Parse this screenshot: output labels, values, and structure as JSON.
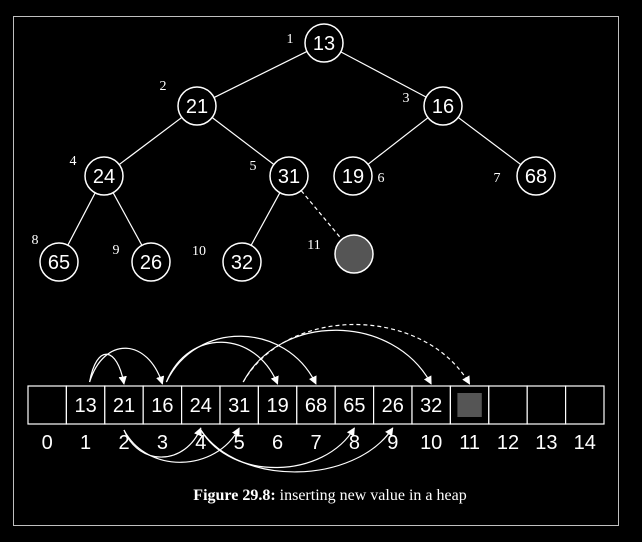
{
  "tree": {
    "nodes": [
      {
        "index": "1",
        "value": "13",
        "empty": false
      },
      {
        "index": "2",
        "value": "21",
        "empty": false
      },
      {
        "index": "3",
        "value": "16",
        "empty": false
      },
      {
        "index": "4",
        "value": "24",
        "empty": false
      },
      {
        "index": "5",
        "value": "31",
        "empty": false
      },
      {
        "index": "6",
        "value": "19",
        "empty": false
      },
      {
        "index": "7",
        "value": "68",
        "empty": false
      },
      {
        "index": "8",
        "value": "65",
        "empty": false
      },
      {
        "index": "9",
        "value": "26",
        "empty": false
      },
      {
        "index": "10",
        "value": "32",
        "empty": false
      },
      {
        "index": "11",
        "value": "",
        "empty": true
      }
    ],
    "edges": [
      {
        "from": "1",
        "to": "2",
        "dashed": false
      },
      {
        "from": "1",
        "to": "3",
        "dashed": false
      },
      {
        "from": "2",
        "to": "4",
        "dashed": false
      },
      {
        "from": "2",
        "to": "5",
        "dashed": false
      },
      {
        "from": "3",
        "to": "6",
        "dashed": false
      },
      {
        "from": "3",
        "to": "7",
        "dashed": false
      },
      {
        "from": "4",
        "to": "8",
        "dashed": false
      },
      {
        "from": "4",
        "to": "9",
        "dashed": false
      },
      {
        "from": "5",
        "to": "10",
        "dashed": false
      },
      {
        "from": "5",
        "to": "11",
        "dashed": true
      }
    ]
  },
  "array": {
    "cells": [
      "",
      "13",
      "21",
      "16",
      "24",
      "31",
      "19",
      "68",
      "65",
      "26",
      "32",
      "",
      "",
      "",
      ""
    ],
    "highlighted_cell": 11,
    "indices": [
      "0",
      "1",
      "2",
      "3",
      "4",
      "5",
      "6",
      "7",
      "8",
      "9",
      "10",
      "11",
      "12",
      "13",
      "14"
    ]
  },
  "arrows": [
    {
      "from": 1,
      "to": 2,
      "side": "top",
      "dashed": false
    },
    {
      "from": 1,
      "to": 3,
      "side": "top",
      "dashed": false
    },
    {
      "from": 3,
      "to": 6,
      "side": "top",
      "dashed": false
    },
    {
      "from": 3,
      "to": 7,
      "side": "top",
      "dashed": false
    },
    {
      "from": 5,
      "to": 10,
      "side": "top",
      "dashed": false
    },
    {
      "from": 5,
      "to": 11,
      "side": "top",
      "dashed": true
    },
    {
      "from": 2,
      "to": 4,
      "side": "bottom",
      "dashed": false
    },
    {
      "from": 2,
      "to": 5,
      "side": "bottom",
      "dashed": false
    },
    {
      "from": 4,
      "to": 8,
      "side": "bottom",
      "dashed": false
    },
    {
      "from": 4,
      "to": 9,
      "side": "bottom",
      "dashed": false
    }
  ],
  "caption": {
    "label": "Figure 29.8:",
    "text": " inserting new value in a heap"
  },
  "colors": {
    "background": "#000000",
    "stroke": "#ffffff",
    "empty_node_fill": "#555555",
    "highlight_cell_fill": "#555555"
  }
}
